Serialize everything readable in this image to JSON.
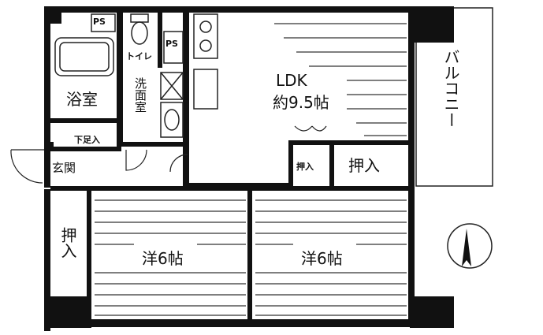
{
  "rooms": {
    "ldk_name": "LDK",
    "ldk_size": "約9.5帖",
    "bath": "浴室",
    "toilet": "トイレ",
    "washroom": "洗面室",
    "entrance": "玄関",
    "shoe_box": "下足入",
    "closet_small": "押入",
    "closet_mid": "押入",
    "closet_left": "押入",
    "western_left": "洋6帖",
    "western_right": "洋6帖",
    "balcony": "バルコニー",
    "ps_top": "PS",
    "ps_right": "PS"
  },
  "compass": {
    "icon": "north-arrow-icon"
  }
}
